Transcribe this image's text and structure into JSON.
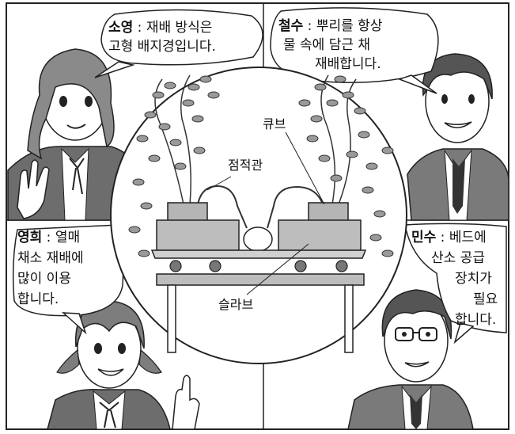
{
  "speakers": {
    "soyoung": {
      "name": "소영",
      "sep": " : ",
      "line1": "재배 방식은",
      "line2": "고형 배지경입니다."
    },
    "cheolsu": {
      "name": "철수",
      "sep": " : ",
      "line1": "뿌리를 항상",
      "line2": "물 속에 담근 채",
      "line3": "재배합니다."
    },
    "younghee": {
      "name": "영희",
      "sep": " : ",
      "line1": "열매",
      "line2": "채소 재배에",
      "line3": "많이 이용",
      "line4": "합니다."
    },
    "minsu": {
      "name": "민수",
      "sep": " : ",
      "line1": "베드에",
      "line2": "산소 공급",
      "line3": "장치가",
      "line4": "필요",
      "line5": "합니다."
    }
  },
  "diagram": {
    "label_cube": "큐브",
    "label_drip_tube": "점적관",
    "label_slab": "슬라브"
  }
}
